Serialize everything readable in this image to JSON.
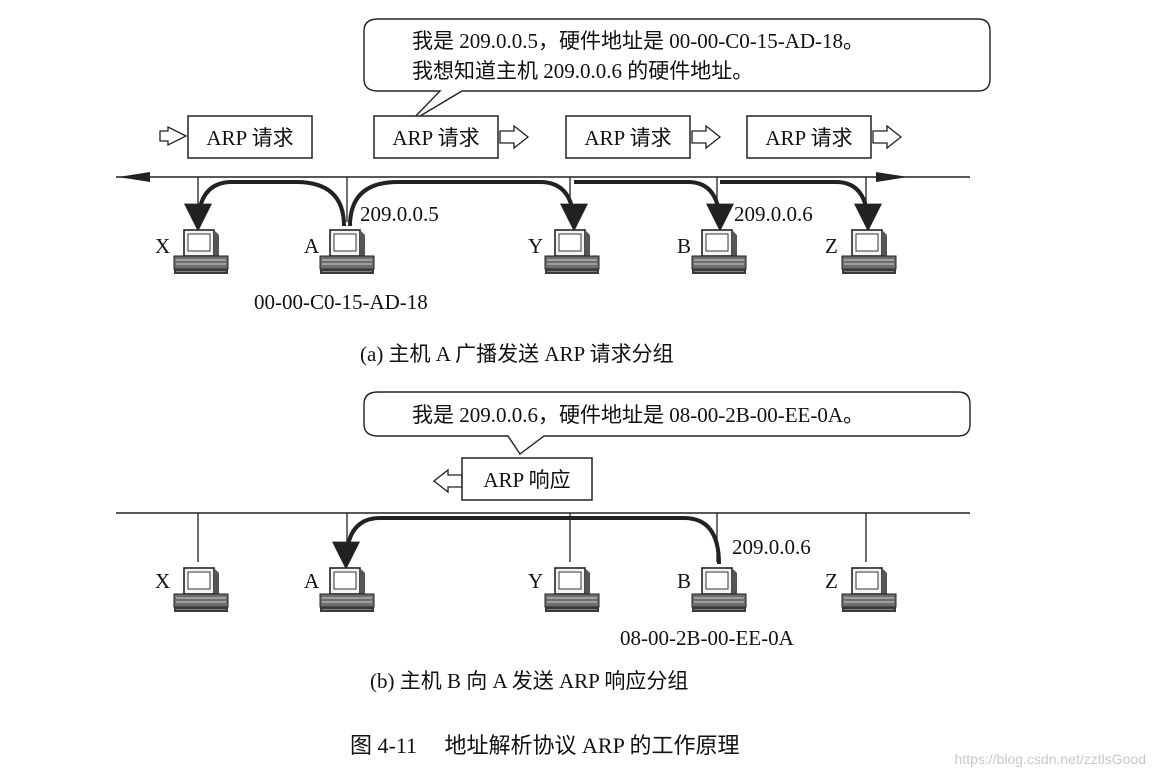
{
  "figure": {
    "caption": "图 4-11　 地址解析协议 ARP 的工作原理",
    "watermark": "https://blog.csdn.net/zztlsGood"
  },
  "panel_a": {
    "bubble_line1": "我是 209.0.0.5，硬件地址是 00-00-C0-15-AD-18。",
    "bubble_line2": "我想知道主机 209.0.0.6 的硬件地址。",
    "packet_label": "ARP 请求",
    "hosts": [
      "X",
      "A",
      "Y",
      "B",
      "Z"
    ],
    "ip_a": "209.0.0.5",
    "ip_b": "209.0.0.6",
    "mac_a": "00-00-C0-15-AD-18",
    "caption": "(a) 主机 A 广播发送 ARP 请求分组"
  },
  "panel_b": {
    "bubble_line1": "我是 209.0.0.6，硬件地址是 08-00-2B-00-EE-0A。",
    "packet_label": "ARP 响应",
    "hosts": [
      "X",
      "A",
      "Y",
      "B",
      "Z"
    ],
    "ip_b": "209.0.0.6",
    "mac_b": "08-00-2B-00-EE-0A",
    "caption": "(b) 主机 B 向 A 发送 ARP 响应分组"
  }
}
